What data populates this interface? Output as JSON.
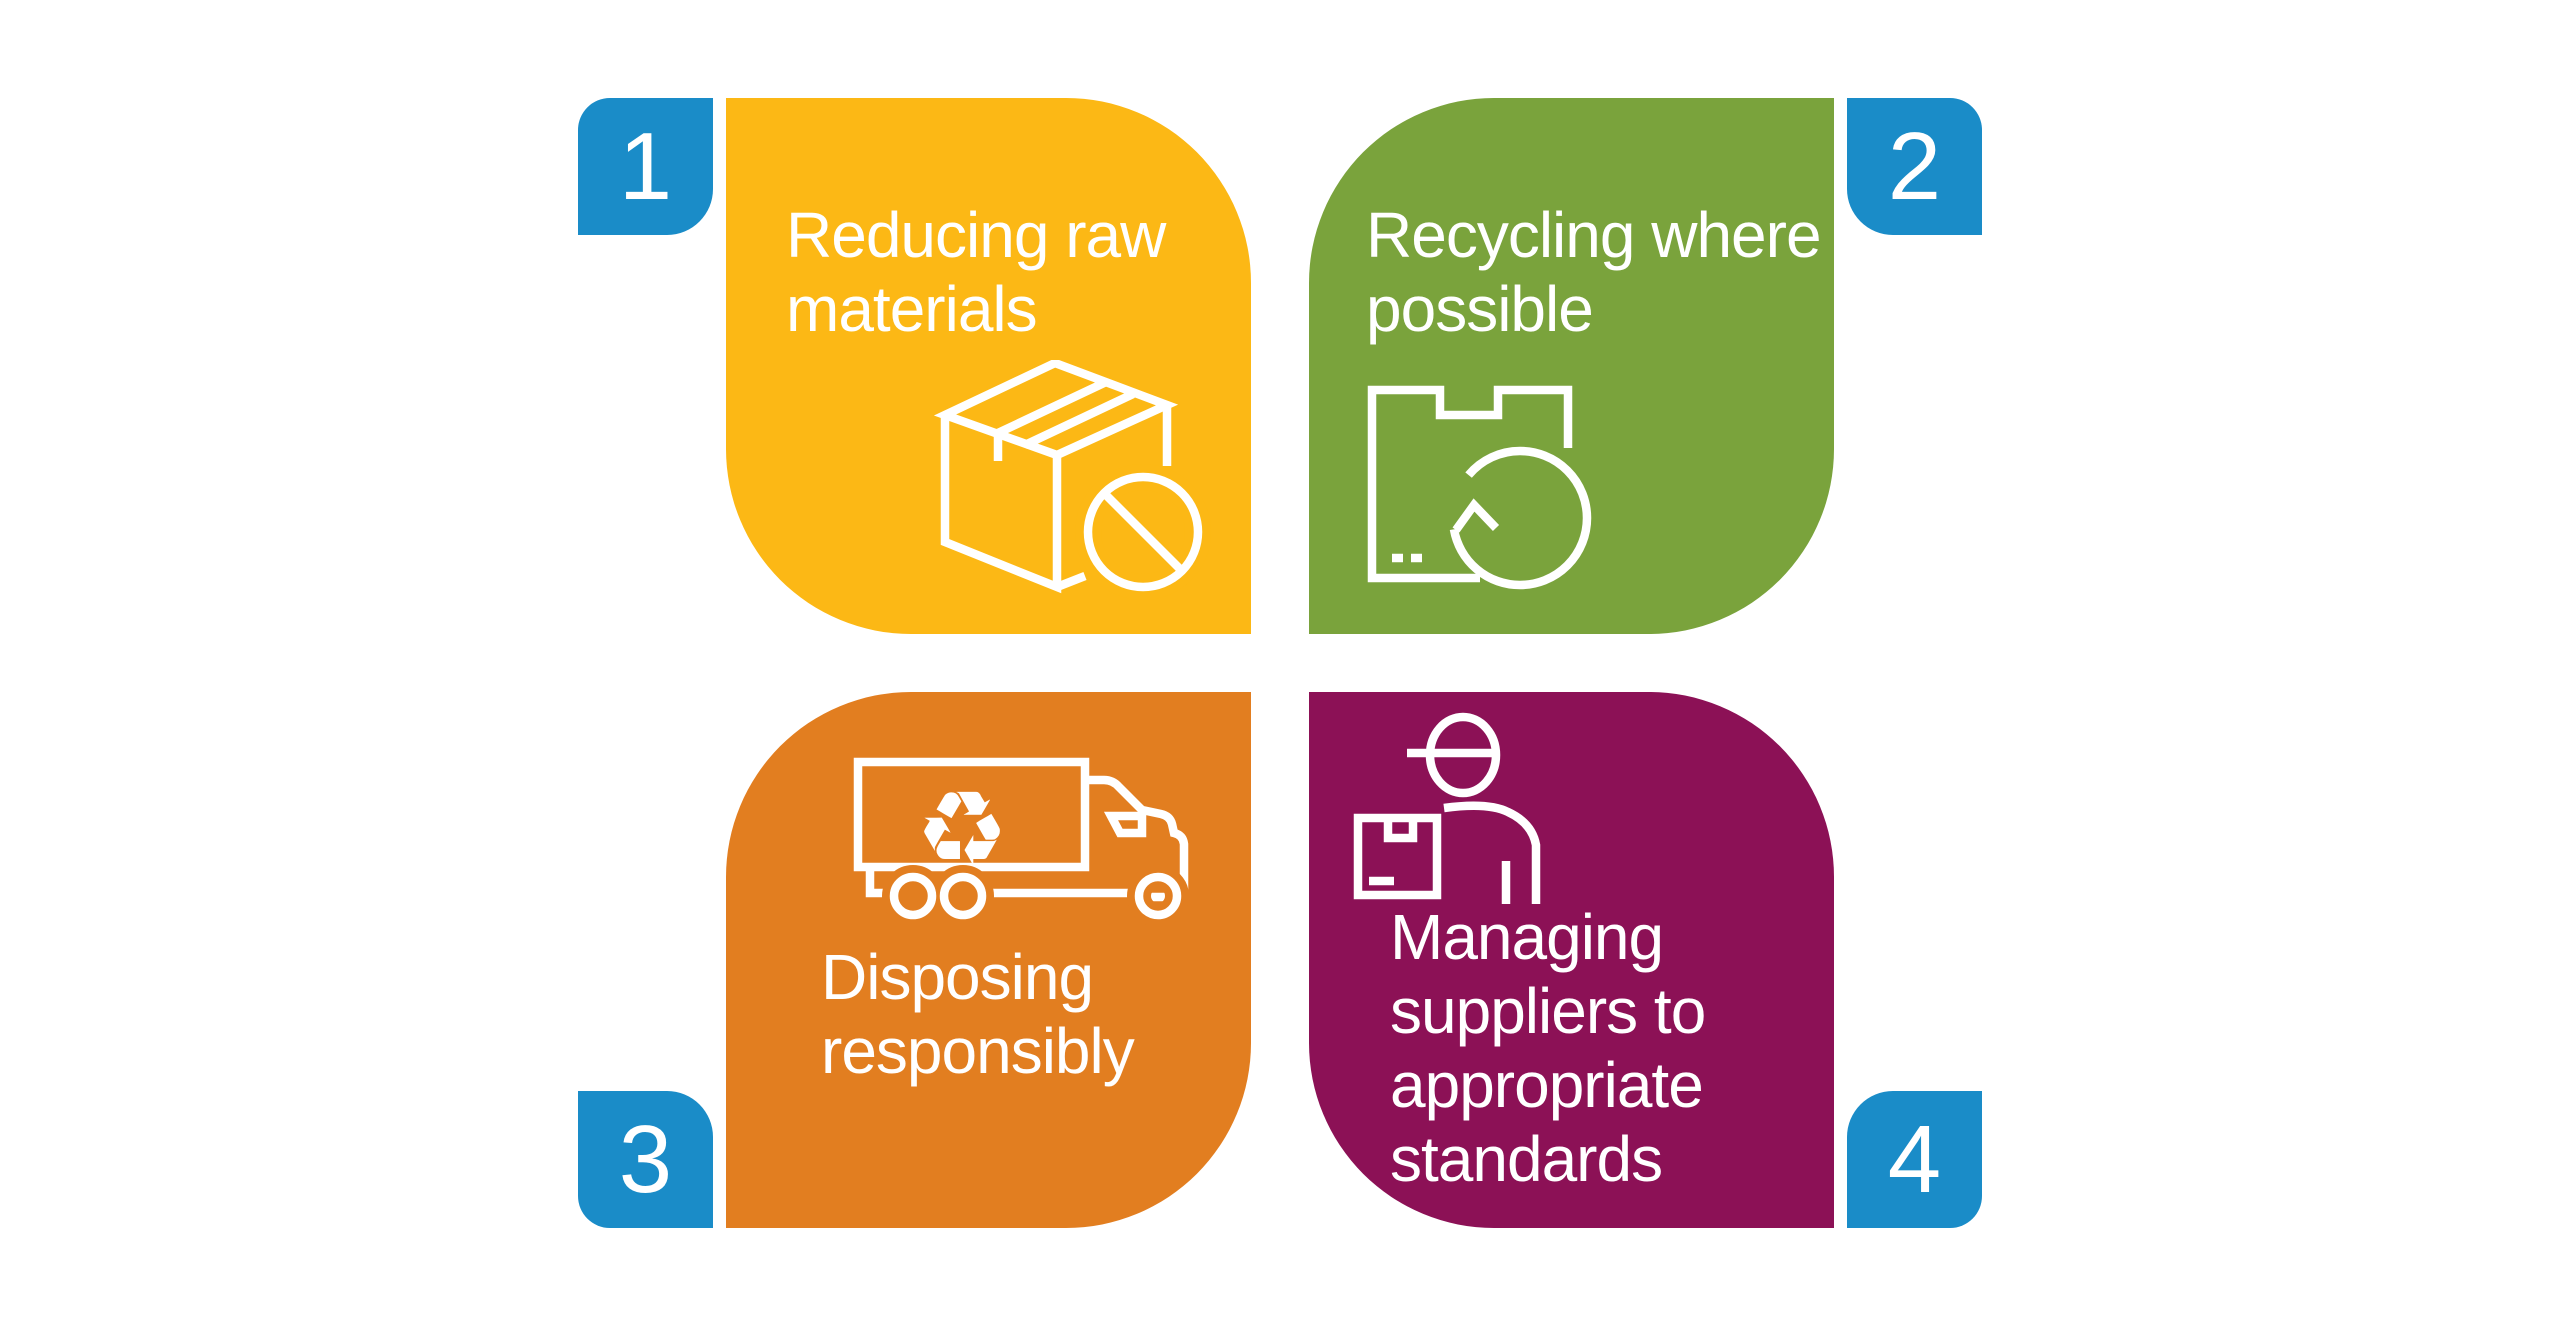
{
  "colors": {
    "blue": "#1a8cc8",
    "yellow": "#fcb815",
    "green": "#7aa33c",
    "orange": "#e27e20",
    "purple": "#8c1156",
    "icon_stroke": "#ffffff",
    "text": "#ffffff",
    "background": "#ffffff"
  },
  "cards": [
    {
      "number": "1",
      "lines": [
        "Reducing raw",
        "materials"
      ],
      "color_key": "yellow",
      "icon": "box-prohibited-icon",
      "quadrant": "top-left"
    },
    {
      "number": "2",
      "lines": [
        "Recycling where",
        "possible"
      ],
      "color_key": "green",
      "icon": "box-recycle-icon",
      "quadrant": "top-right"
    },
    {
      "number": "3",
      "lines": [
        "Disposing",
        "responsibly"
      ],
      "color_key": "orange",
      "icon": "recycling-truck-icon",
      "quadrant": "bottom-left"
    },
    {
      "number": "4",
      "lines": [
        "Managing",
        "suppliers to",
        "appropriate",
        "standards"
      ],
      "color_key": "purple",
      "icon": "supplier-worker-icon",
      "quadrant": "bottom-right"
    }
  ],
  "icons": {
    "recycle_glyph": "♻"
  }
}
